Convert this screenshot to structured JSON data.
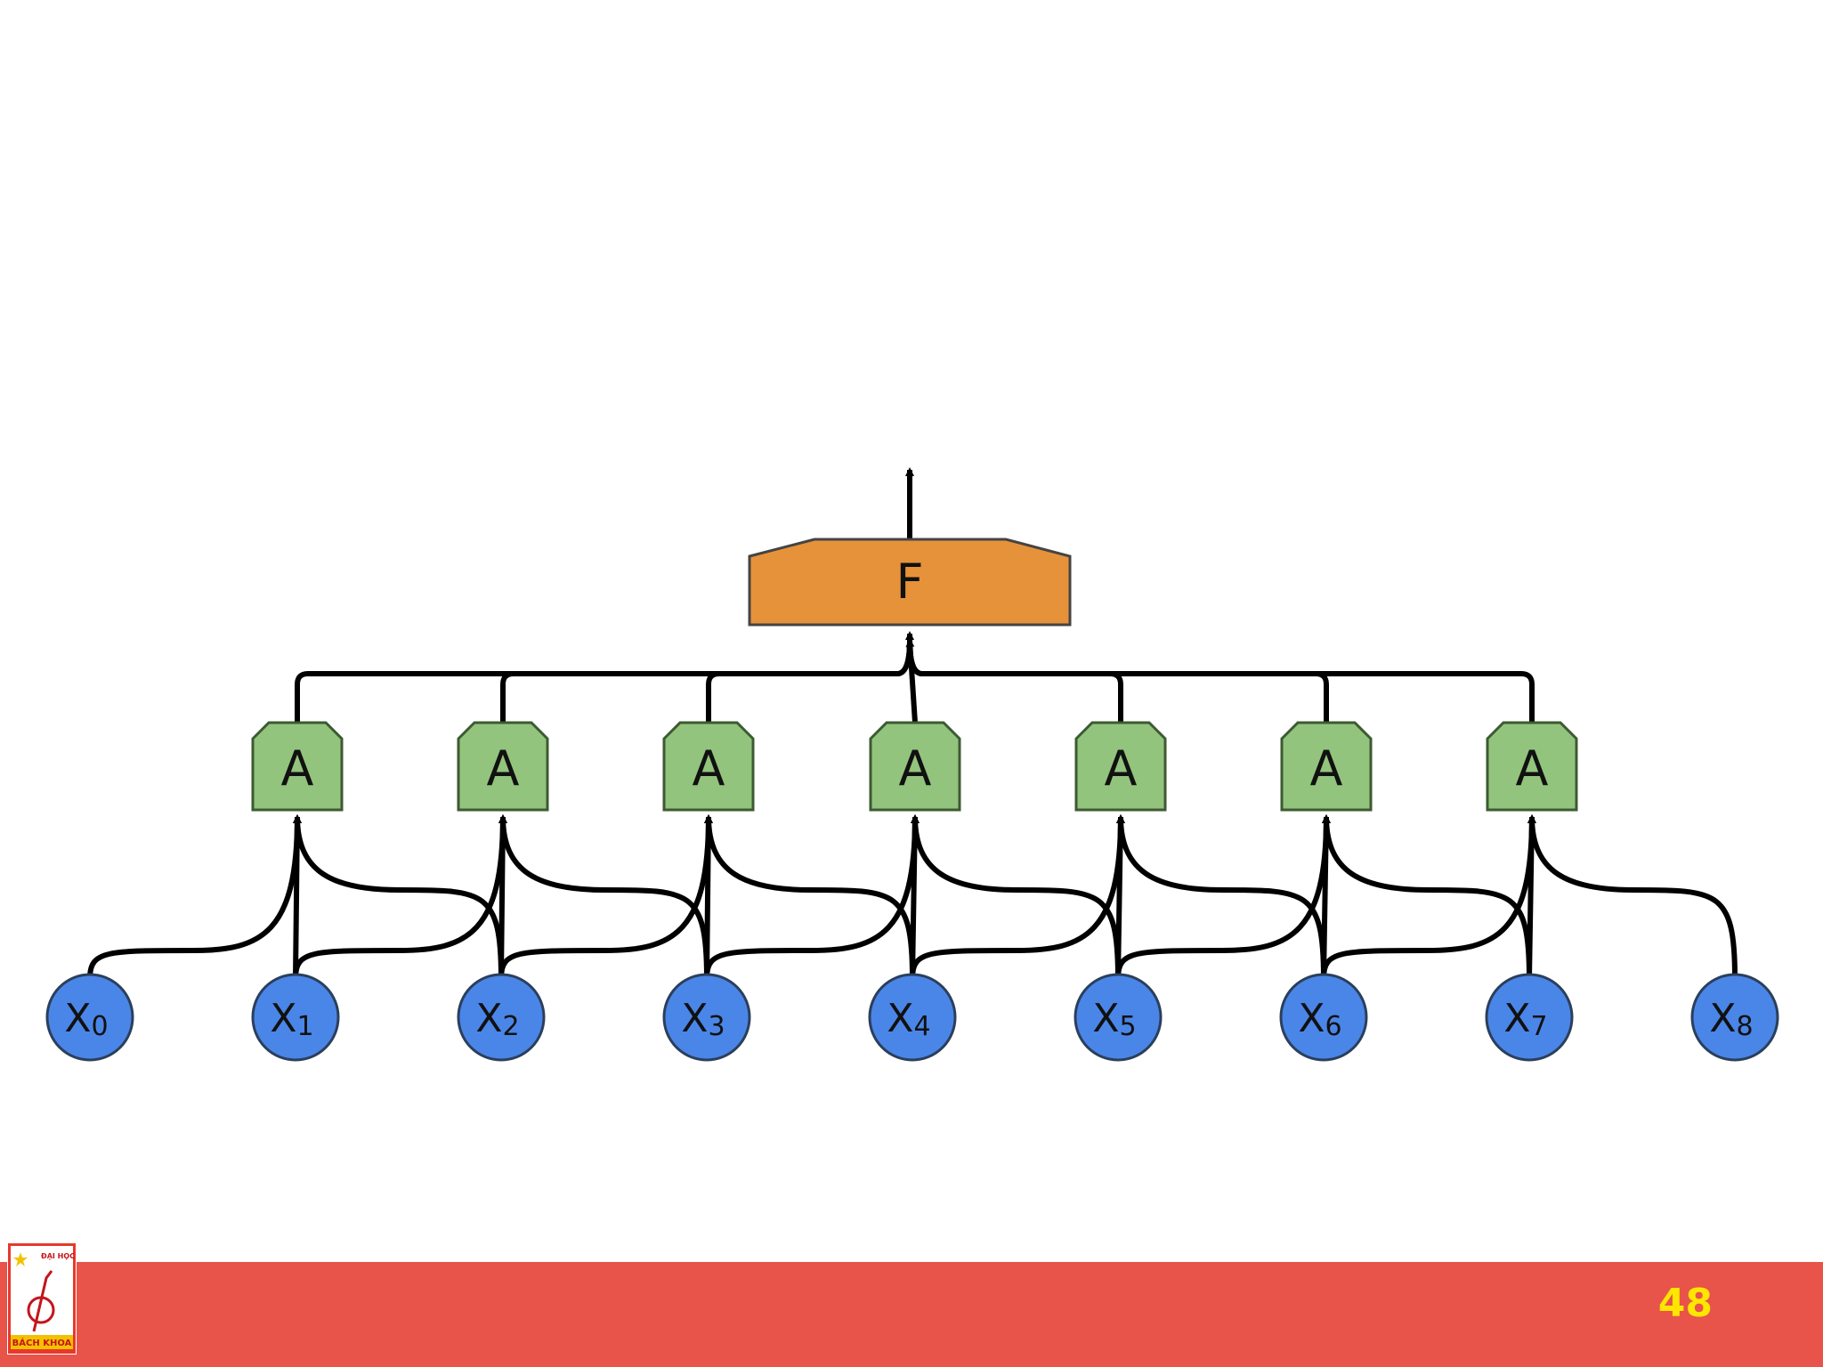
{
  "diagram": {
    "output_node": {
      "label": "F",
      "color": "#e6923a"
    },
    "hidden_nodes": {
      "label": "A",
      "color": "#93c47d",
      "count": 7
    },
    "input_nodes": [
      {
        "base": "X",
        "sub": "0"
      },
      {
        "base": "X",
        "sub": "1"
      },
      {
        "base": "X",
        "sub": "2"
      },
      {
        "base": "X",
        "sub": "3"
      },
      {
        "base": "X",
        "sub": "4"
      },
      {
        "base": "X",
        "sub": "5"
      },
      {
        "base": "X",
        "sub": "6"
      },
      {
        "base": "X",
        "sub": "7"
      },
      {
        "base": "X",
        "sub": "8"
      }
    ],
    "input_color": "#4a86e8"
  },
  "footer": {
    "page_number": "48",
    "bar_color": "#e8534a",
    "page_number_color": "#ffe600"
  },
  "logo": {
    "line1": "ĐẠI HỌC",
    "line2": "BÁCH KHOA",
    "icon": "university-logo"
  }
}
